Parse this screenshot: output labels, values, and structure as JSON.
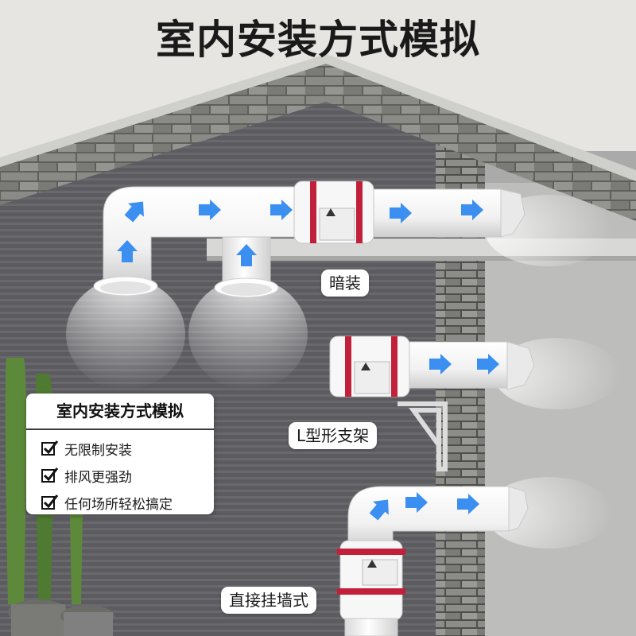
{
  "title": "室内安装方式模拟",
  "labels": {
    "concealed": "暗装",
    "bracket": "L型形支架",
    "wall_mount": "直接挂墙式"
  },
  "feature_box": {
    "heading": "室内安装方式模拟",
    "items": [
      {
        "text": "无限制安装",
        "icon": "checkbox-check-icon"
      },
      {
        "text": "排风更强劲",
        "icon": "checkbox-check-icon"
      },
      {
        "text": "任何场所轻松搞定",
        "icon": "checkbox-check-icon"
      }
    ]
  },
  "colors": {
    "roof_brick": "#6f6f6b",
    "wall_dark": "#56565b",
    "pipe": "#f4f4f4",
    "fan_accent": "#c21f3a",
    "arrow": "#3b8ff0"
  }
}
